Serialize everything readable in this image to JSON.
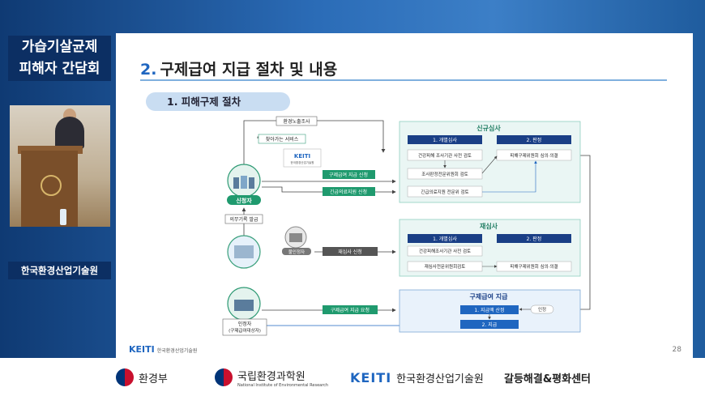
{
  "overlay": {
    "event_title_line1": "가습기살균제",
    "event_title_line2": "피해자 간담회",
    "organization": "한국환경산업기술원"
  },
  "slide": {
    "section_num": "2.",
    "title": "구제급여 지급 절차 및 내용",
    "subtitle": "1. 피해구제 절차",
    "footer_logo": "KEITI",
    "footer_logo_sub": "한국환경산업기술원",
    "page_number": "28"
  },
  "diagram": {
    "top_box": "환경노출조사",
    "outreach": "찾아가는 서비스",
    "keiti_card_logo": "KEITI",
    "keiti_card_sub": "한국환경산업기술원",
    "applicant_label": "신청자",
    "medical_issue": "의무기록 발급",
    "dissatisfied": "불인정자",
    "recipient_label1": "인정자",
    "recipient_label2": "(구제급여대상자)",
    "relief_apply": "구제급여 지급 신청",
    "emergency_apply": "긴급의료지원 신청",
    "reexam_apply": "재심사 신청",
    "relief_request": "구제급여 지급 요청",
    "new_review": {
      "header": "신규심사",
      "step1": "1. 개별심사",
      "step2": "2. 판정",
      "item1": "건강피해 조사기관 사전 검토",
      "item2": "조사판정전문위원회 검토",
      "item3": "긴급의료지원 전문위 검토",
      "decision": "피해구제위원회 심의·의결"
    },
    "re_review": {
      "header": "재심사",
      "step1": "1. 개별심사",
      "step2": "2. 판정",
      "item1": "건강피해조사기관 사전 검토",
      "item2": "재심사전문위원회검토",
      "decision": "피해구제위원회 심의·의결"
    },
    "payment": {
      "header": "구제급여 지급",
      "step1": "1. 지급액 산정",
      "step2": "2. 지급",
      "approve": "인정"
    }
  },
  "bottom_logos": {
    "ministry": "환경부",
    "nier": "국립환경과학원",
    "nier_en": "National Institute of Environmental Research",
    "keiti": "KEITI",
    "keiti_kr": "한국환경산업기술원",
    "center": "갈등해결&평화센터"
  },
  "colors": {
    "navy": "#0c2f63",
    "accent_blue": "#1f66c0",
    "green": "#1f9a6e",
    "panel_bg": "#eaf6f4"
  }
}
